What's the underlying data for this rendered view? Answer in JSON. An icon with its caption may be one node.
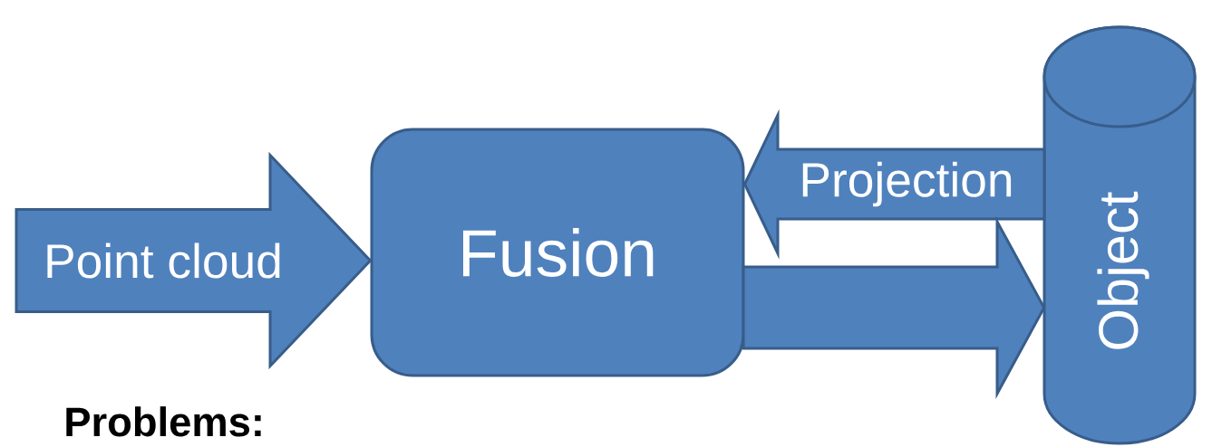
{
  "diagram": {
    "nodes": [
      {
        "text": [
          "Fusion"
        ]
      },
      {
        "text": [
          "Object"
        ]
      }
    ],
    "edges": [
      {
        "from": null,
        "to": 0,
        "arrow": "to",
        "label": "Point cloud"
      },
      {
        "from": 1,
        "to": 0,
        "arrow": "to",
        "label": "Projection"
      },
      {
        "from": 0,
        "to": 1,
        "arrow": "to"
      }
    ],
    "labels": [
      "**Problems:**"
    ]
  }
}
